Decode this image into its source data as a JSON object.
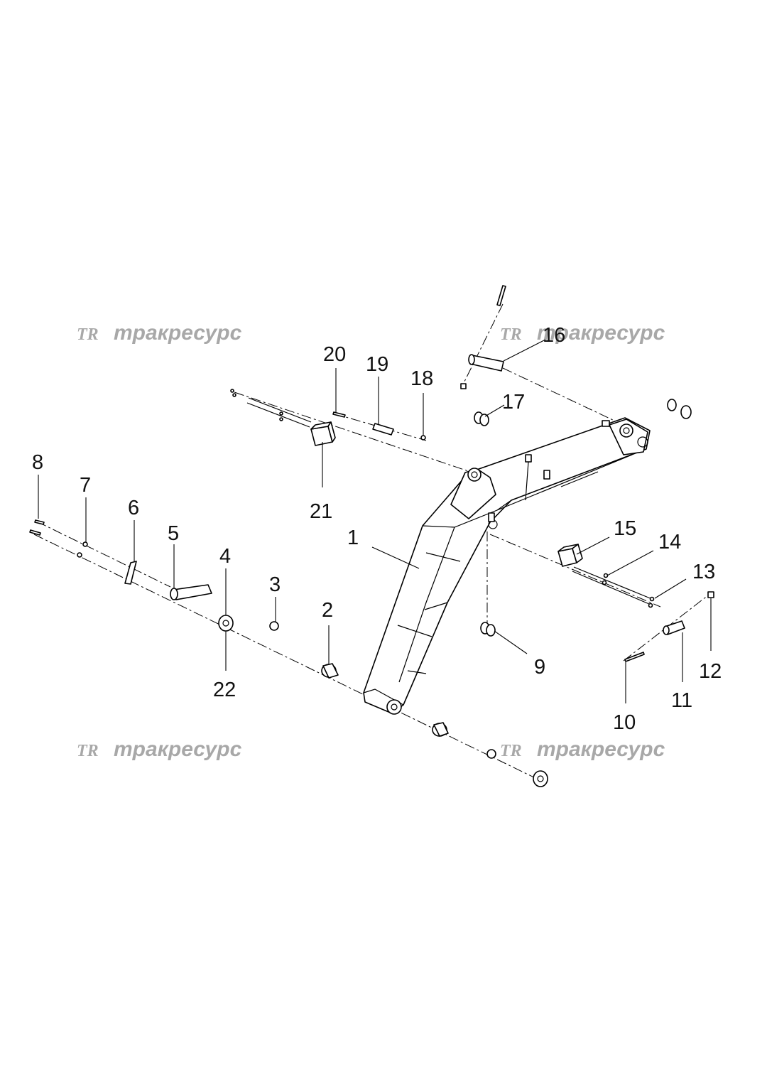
{
  "watermark": {
    "logo": "TR",
    "text": "тракресурс",
    "color": "#a8a8a8"
  },
  "callouts": [
    "1",
    "2",
    "3",
    "4",
    "5",
    "6",
    "7",
    "8",
    "9",
    "10",
    "11",
    "12",
    "13",
    "14",
    "15",
    "16",
    "17",
    "18",
    "19",
    "20",
    "21",
    "22"
  ]
}
